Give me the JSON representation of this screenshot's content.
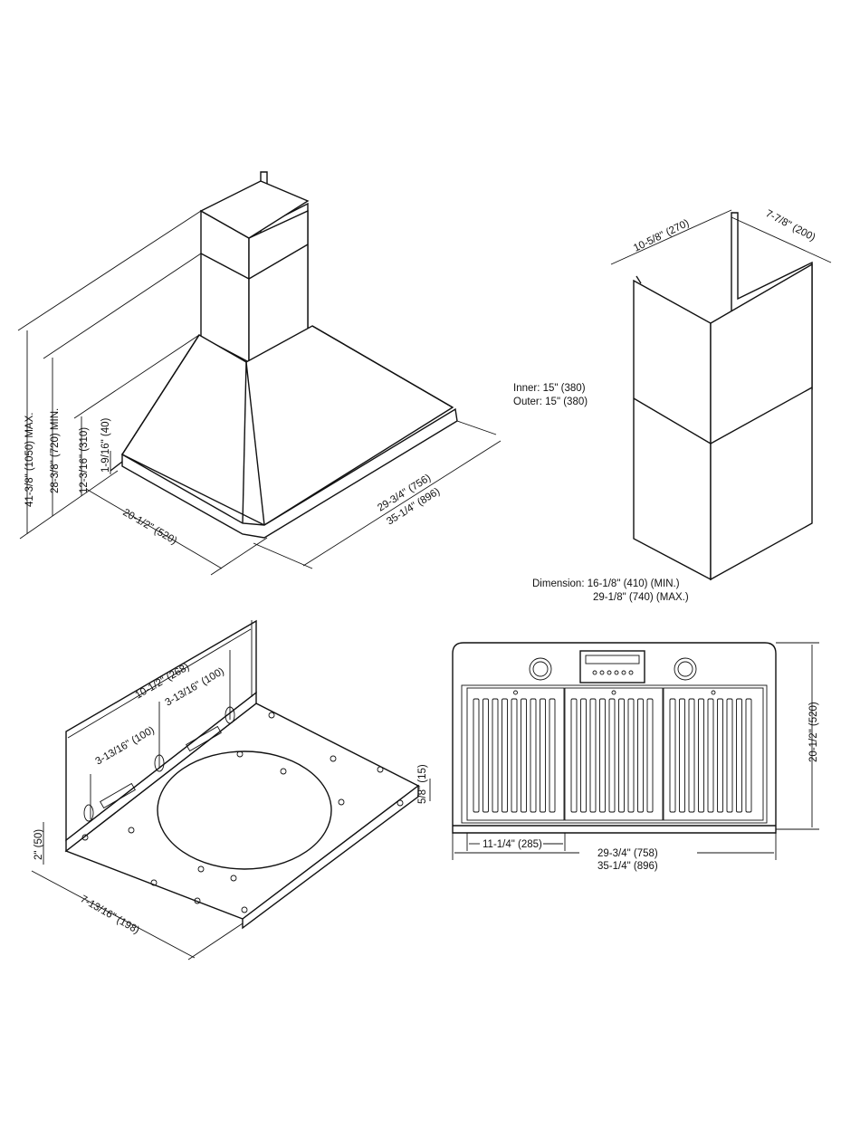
{
  "hood_view": {
    "dim_overall_max": "41-3/8\" (1050) MAX.",
    "dim_overall_min": "28-3/8\" (720) MIN.",
    "dim_canopy_height": "12-3/16\" (310)",
    "dim_edge": "1-9/16\" (40)",
    "dim_depth": "20-1/2\" (520)",
    "dim_width_small": "29-3/4\" (756)",
    "dim_width_large": "35-1/4\" (896)"
  },
  "chimney_view": {
    "dim_width": "10-5/8\" (270)",
    "dim_depth": "7-7/8\" (200)",
    "inner_label": "Inner: 15\" (380)",
    "outer_label": "Outer: 15\" (380)",
    "dimension_min": "Dimension: 16-1/8\" (410) (MIN.)",
    "dimension_max": "29-1/8\" (740) (MAX.)"
  },
  "bracket_view": {
    "dim_length": "10-1/2\" (268)",
    "dim_hole_a": "3-13/16\" (100)",
    "dim_hole_b": "3-13/16\" (100)",
    "dim_height": "2\" (50)",
    "dim_lip": "5/8\" (15)",
    "dim_depth": "7-13/16\" (198)"
  },
  "bottom_view": {
    "dim_height": "20-1/2\" (520)",
    "dim_filter": "11-1/4\" (285)",
    "dim_width_small": "29-3/4\" (758)",
    "dim_width_large": "35-1/4\" (896)"
  }
}
